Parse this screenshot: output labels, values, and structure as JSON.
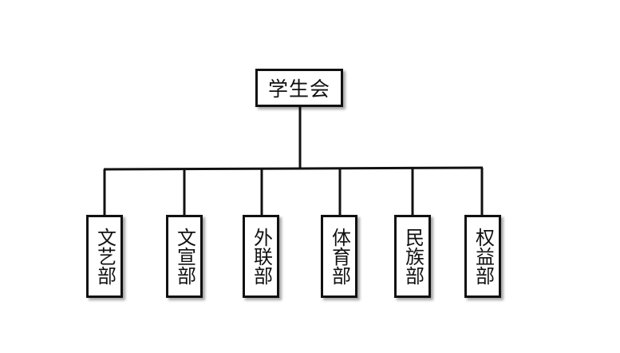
{
  "root": {
    "label": "学生会"
  },
  "departments": [
    {
      "label": "文艺部"
    },
    {
      "label": "文宣部"
    },
    {
      "label": "外联部"
    },
    {
      "label": "体育部"
    },
    {
      "label": "民族部"
    },
    {
      "label": "权益部"
    }
  ],
  "colors": {
    "line": "#111111",
    "box_border": "#111111",
    "background": "#ffffff"
  }
}
